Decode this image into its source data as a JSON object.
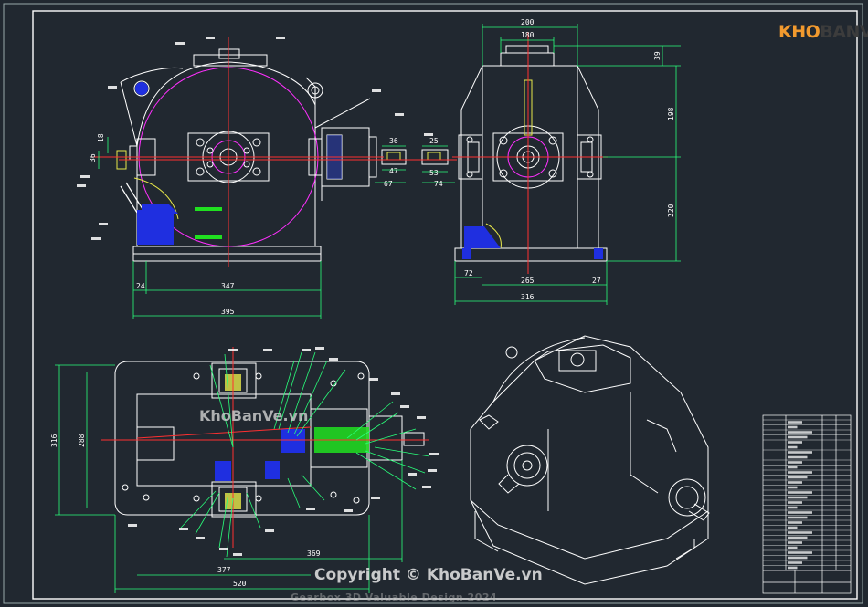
{
  "logo": {
    "part1": "KHO",
    "part2": "BANVE"
  },
  "watermark": {
    "center": "KhoBanVe.vn",
    "copyright": "Copyright © KhoBanVe.vn",
    "faint": "Gearbox 3D Valuable Design 2024"
  },
  "dimensions": {
    "front_18": "18",
    "front_36": "36",
    "front_24": "24",
    "front_347": "347",
    "front_395": "395",
    "shaft_36": "36",
    "shaft_25": "25",
    "shaft_47": "47",
    "shaft_53": "53",
    "shaft_67": "67",
    "shaft_74": "74",
    "side_200": "200",
    "side_180": "180",
    "side_39": "39",
    "side_198": "198",
    "side_220": "220",
    "side_72": "72",
    "side_265": "265",
    "side_27": "27",
    "side_316": "316",
    "plan_316": "316",
    "plan_288": "288",
    "plan_369": "369",
    "plan_377": "377",
    "plan_520": "520"
  },
  "colors": {
    "background": "#212830",
    "outline": "#ffffff",
    "centerline": "#ff3030",
    "dimension": "#29ff7a",
    "accent_magenta": "#ff30ff",
    "accent_yellow": "#e8e84a",
    "fill_blue": "#1f2fe0",
    "leader_cyan": "#3fe8ff"
  }
}
